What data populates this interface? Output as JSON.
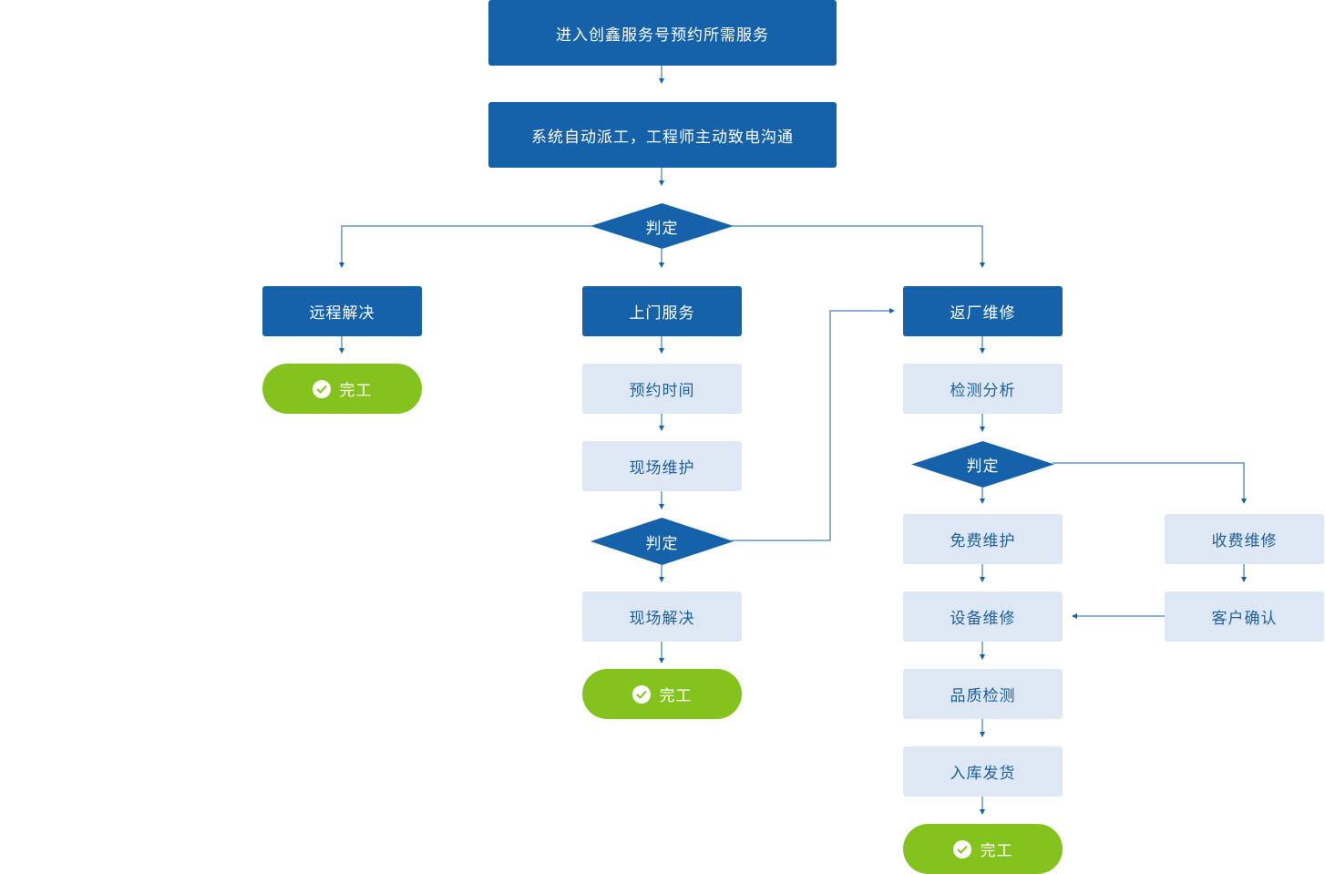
{
  "steps": {
    "book": "进入创鑫服务号预约所需服务",
    "dispatch": "系统自动派工，工程师主动致电沟通"
  },
  "decision_label": "判定",
  "remote": {
    "title": "远程解决",
    "done": "完工"
  },
  "onsite": {
    "title": "上门服务",
    "schedule": "预约时间",
    "maintain": "现场维护",
    "resolve": "现场解决",
    "done": "完工"
  },
  "factory": {
    "title": "返厂维修",
    "inspect": "检测分析",
    "free": "免费维护",
    "repair": "设备维修",
    "qc": "品质检测",
    "ship": "入库发货",
    "done": "完工"
  },
  "paid": {
    "title": "收费维修",
    "confirm": "客户确认"
  },
  "colors": {
    "primary": "#1561aa",
    "secondary": "#dde8f4",
    "secondary_text": "#1d5f9f",
    "done": "#84c31d"
  }
}
